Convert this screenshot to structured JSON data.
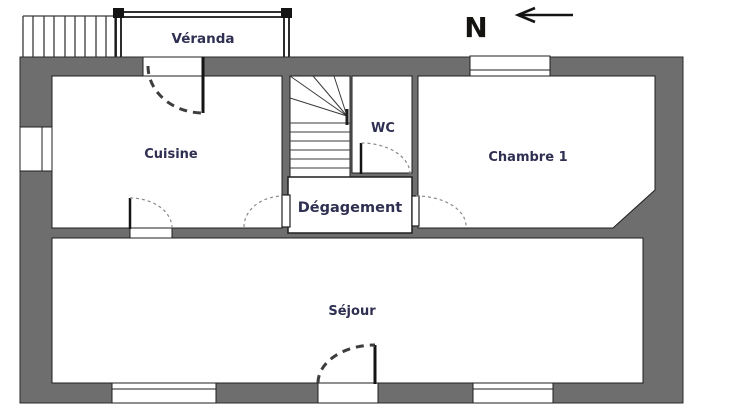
{
  "north": {
    "label": "N"
  },
  "rooms": {
    "veranda": "Véranda",
    "cuisine": "Cuisine",
    "wc": "WC",
    "chambre1": "Chambre 1",
    "degagement": "Dégagement",
    "sejour": "Séjour"
  },
  "colors": {
    "wall_fill": "#6e6e6e",
    "outline": "#1f1f1f",
    "room_label_text": "#2f2f52",
    "swing_arc_light": "#8a8a8a",
    "swing_arc_bold": "#3d3d3d"
  }
}
